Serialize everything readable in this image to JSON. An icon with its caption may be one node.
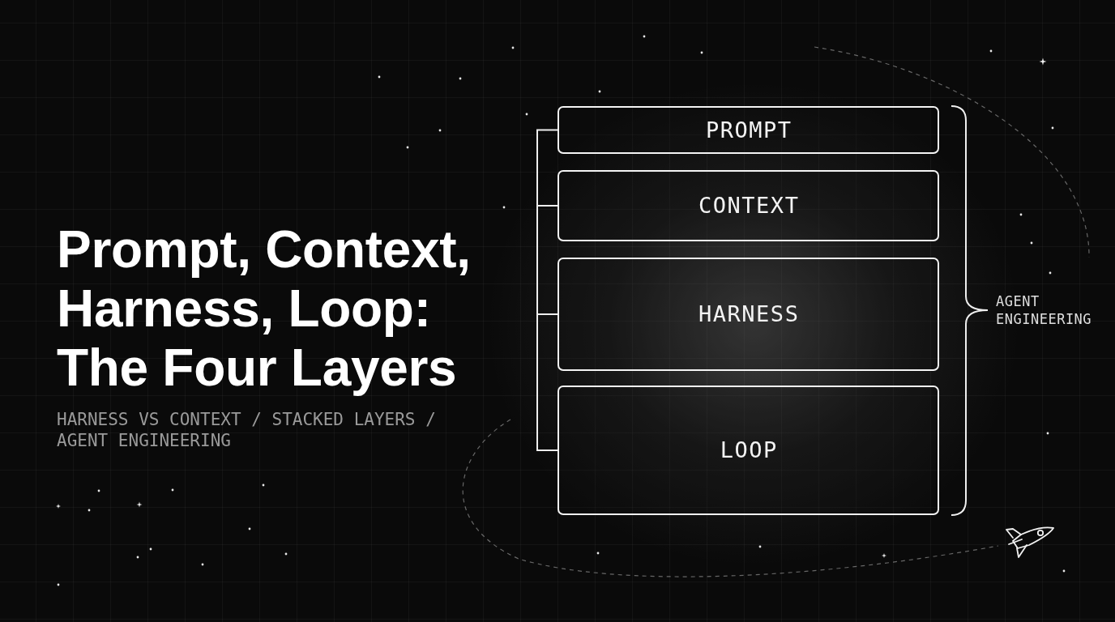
{
  "diagram": {
    "title": "Prompt, Context, Harness, Loop: The Four Layers",
    "nodes": [
      {
        "text": [
          "PROMPT"
        ]
      },
      {
        "text": [
          "CONTEXT"
        ]
      },
      {
        "text": [
          "HARNESS"
        ]
      },
      {
        "text": [
          "LOOP"
        ]
      }
    ],
    "edges": [
      {
        "from": 0,
        "to": 1,
        "arrow": "none"
      },
      {
        "from": 1,
        "to": 2,
        "arrow": "none"
      },
      {
        "from": 2,
        "to": 3,
        "arrow": "none"
      }
    ],
    "labels": [
      "HARNESS VS CONTEXT / STACKED LAYERS / AGENT ENGINEERING",
      "AGENT ENGINEERING"
    ]
  }
}
